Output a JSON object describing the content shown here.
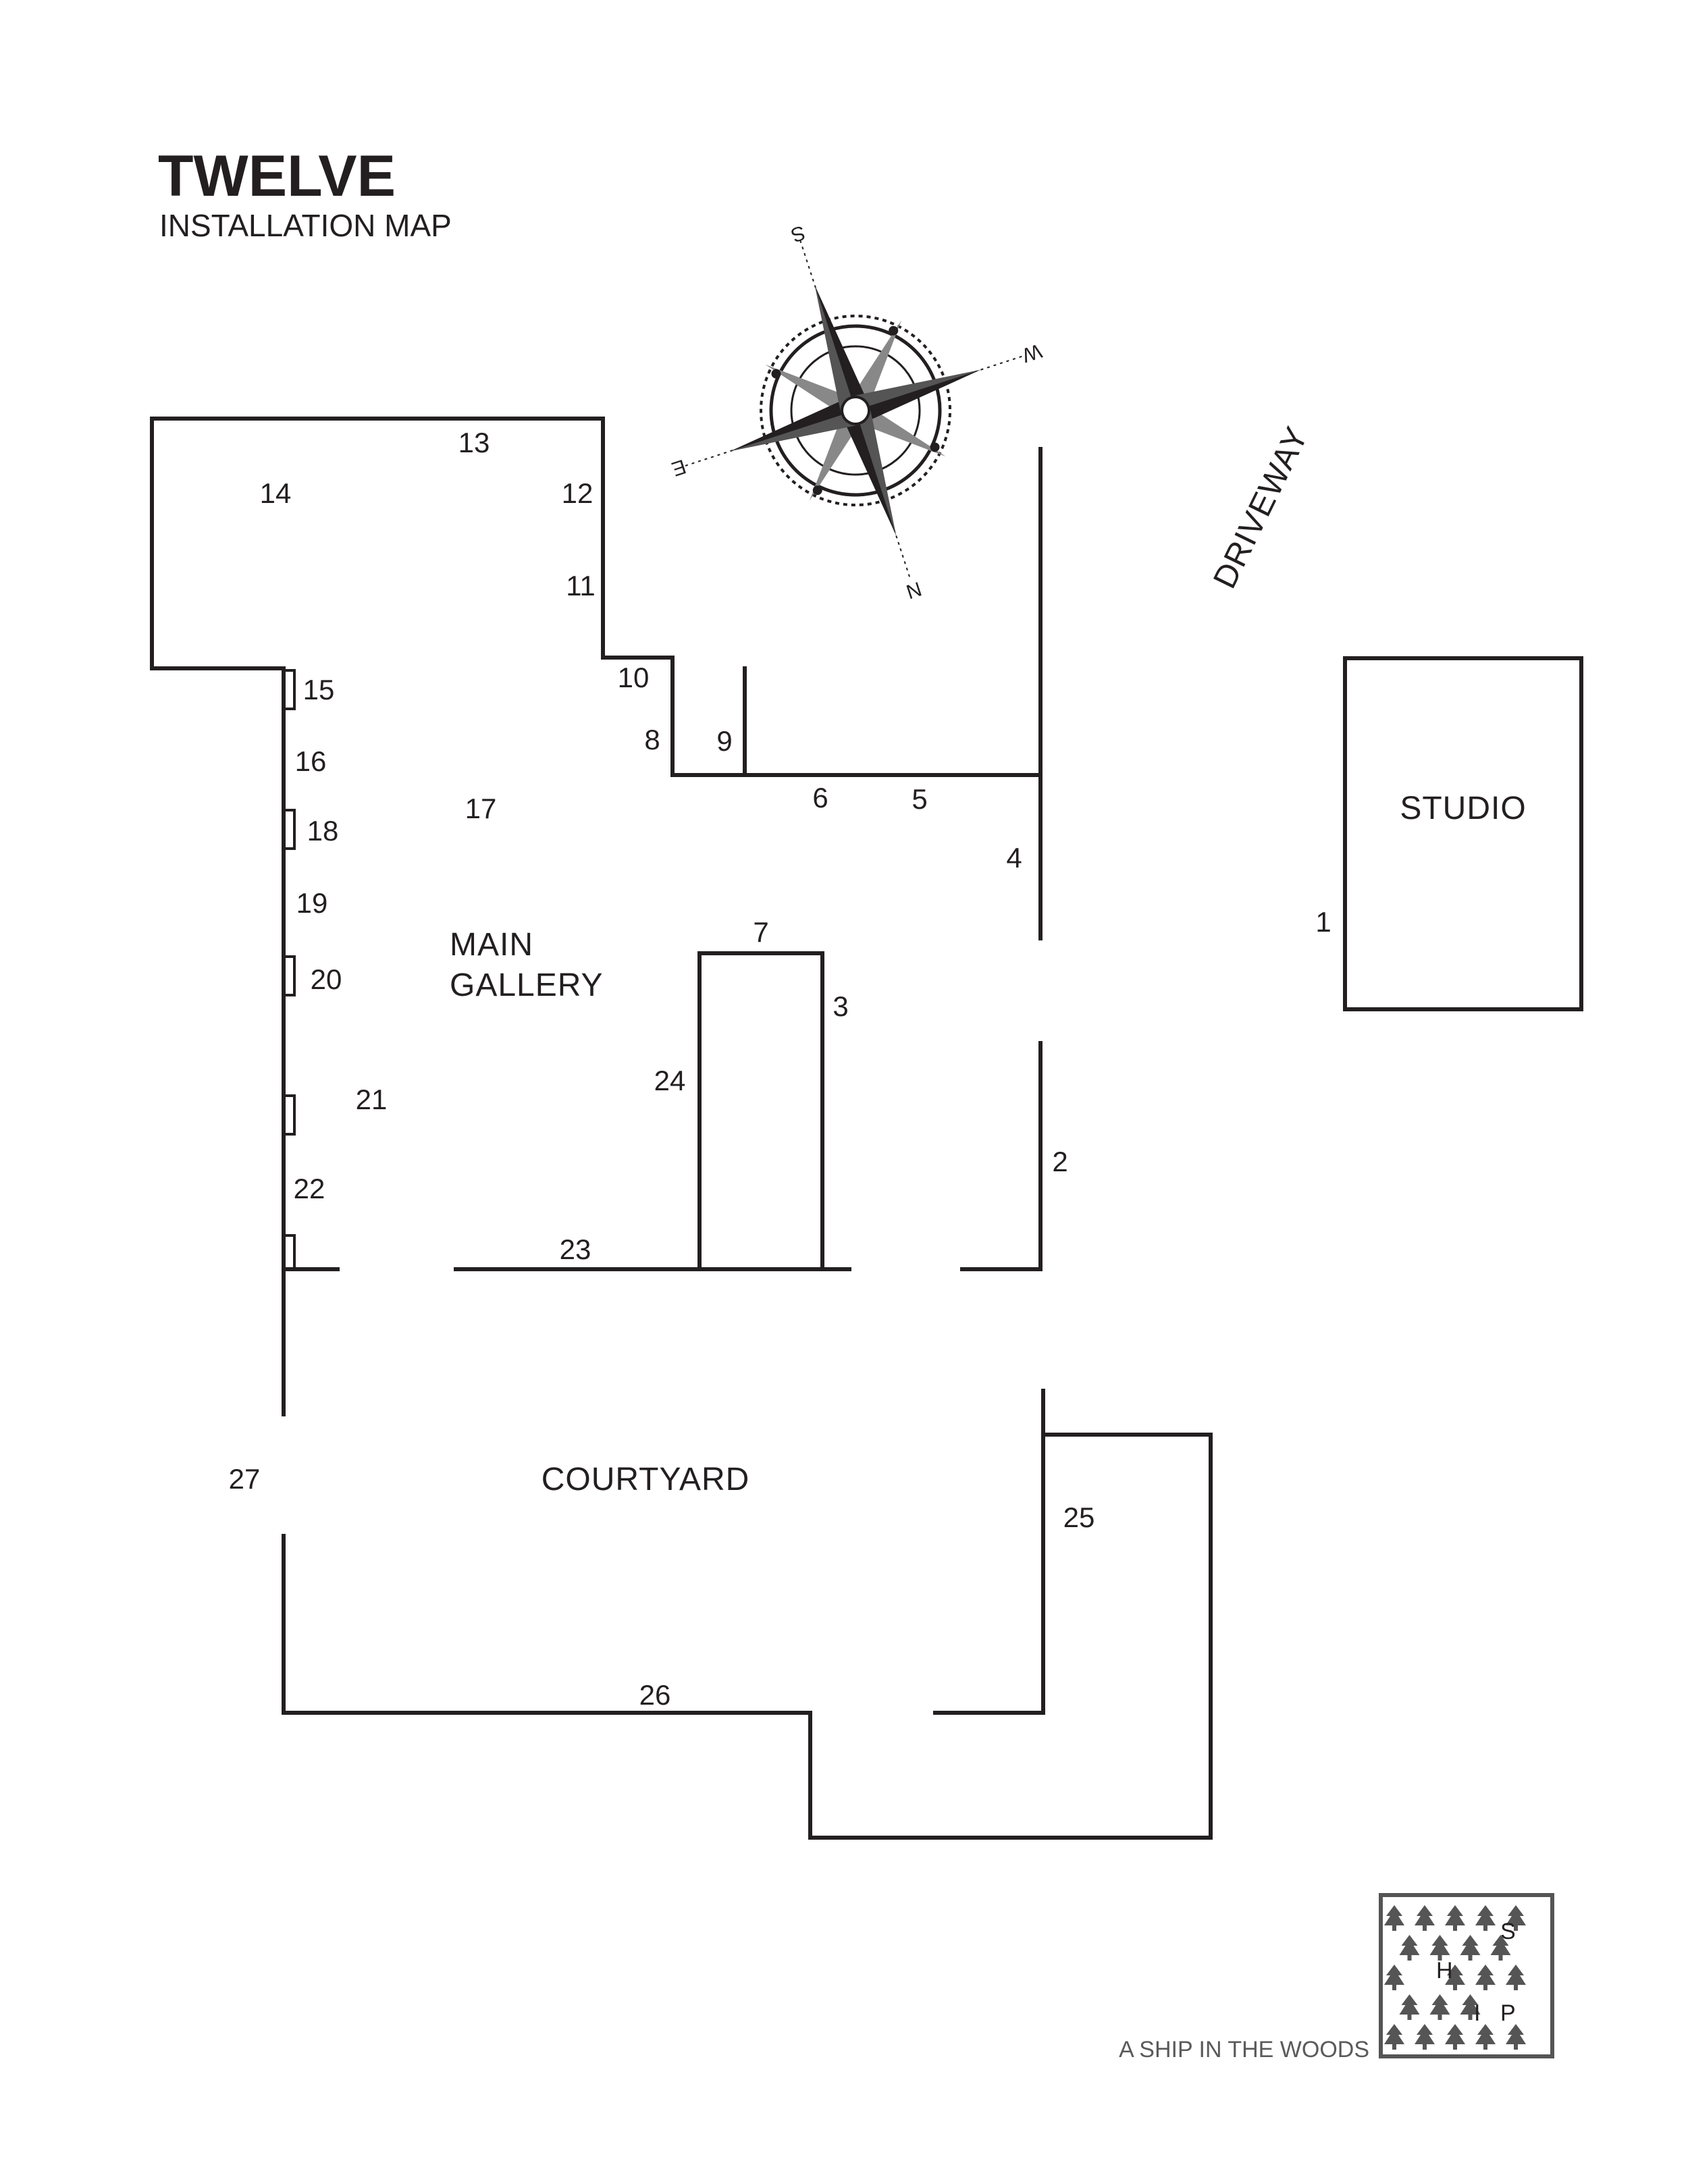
{
  "header": {
    "title": "TWELVE",
    "subtitle": "INSTALLATION MAP"
  },
  "areas": {
    "studio": "STUDIO",
    "main_gallery_line1": "MAIN",
    "main_gallery_line2": "GALLERY",
    "courtyard": "COURTYARD",
    "driveway": "DRIVEWAY"
  },
  "compass": {
    "n": "N",
    "s": "S",
    "e": "E",
    "w": "W"
  },
  "installations": [
    "1",
    "2",
    "3",
    "4",
    "5",
    "6",
    "7",
    "8",
    "9",
    "10",
    "11",
    "12",
    "13",
    "14",
    "15",
    "16",
    "17",
    "18",
    "19",
    "20",
    "21",
    "22",
    "23",
    "24",
    "25",
    "26",
    "27"
  ],
  "footer": {
    "credit": "A SHIP IN THE WOODS",
    "logo_letters": [
      "S",
      "H",
      "I",
      "P"
    ]
  },
  "colors": {
    "ink": "#231f20",
    "logo_gray": "#555555"
  }
}
